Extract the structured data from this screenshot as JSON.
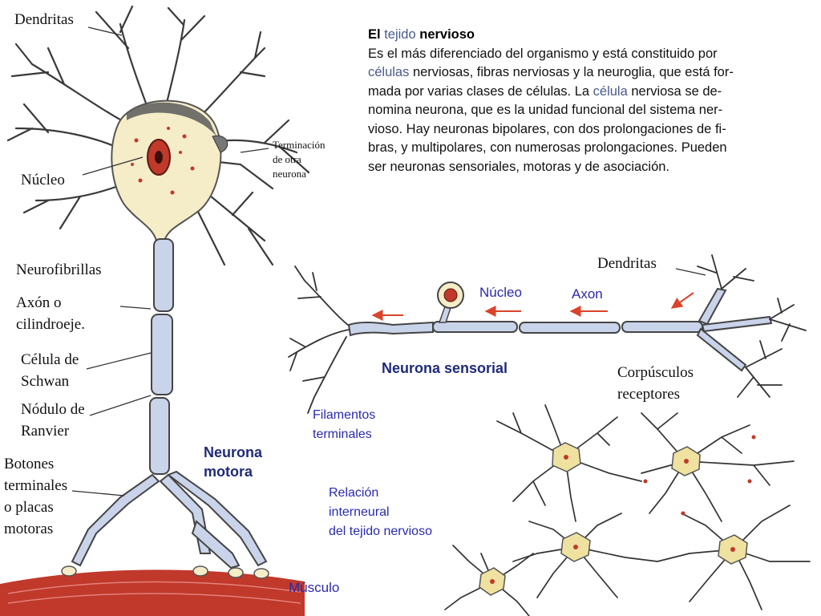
{
  "intro": {
    "title_el": "El",
    "title_tejido": "tejido",
    "title_nervioso": "nervioso",
    "lines": [
      [
        "Es el más diferenciado del organismo y está constituido por"
      ],
      [
        "",
        "células",
        " nerviosas, fibras nerviosas y la neuroglia, que está for-"
      ],
      [
        "mada por varias clases de células. La ",
        "célula",
        " nerviosa se de-"
      ],
      [
        "nomina neurona, que es la unidad funcional del sistema ner-"
      ],
      [
        "vioso. Hay neuronas bipolares, con dos prolongaciones de fi-"
      ],
      [
        "bras, y multipolares, con numerosas prolongaciones. Pueden"
      ],
      [
        "ser neuronas sensoriales, motoras y de asociación."
      ]
    ]
  },
  "motor": {
    "dendritas": "Dendritas",
    "terminacion_1": "Terminación",
    "terminacion_2": "de otra",
    "terminacion_3": "neurona",
    "nucleo": "Núcleo",
    "neurofibrillas": "Neurofibrillas",
    "axon_1": "Axón o",
    "axon_2": "cilindroeje.",
    "schwann_1": "Célula de",
    "schwann_2": "Schwan",
    "ranvier_1": "Nódulo de",
    "ranvier_2": "Ranvier",
    "botones_1": "Botones",
    "botones_2": "terminales",
    "botones_3": "o placas",
    "botones_4": "motoras",
    "title_1": "Neurona",
    "title_2": "motora",
    "musculo": "Músculo"
  },
  "sensory": {
    "dendritas": "Dendritas",
    "nucleo": "Núcleo",
    "axon": "Axon",
    "title": "Neurona sensorial",
    "corpusculos_1": "Corpúsculos",
    "corpusculos_2": "receptores",
    "filamentos_1": "Filamentos",
    "filamentos_2": "terminales"
  },
  "relacion": {
    "line1": "Relación",
    "line2": "interneural",
    "line3": "del tejido nervioso"
  },
  "colors": {
    "navy_label": "#1f2a7a",
    "blue_label": "#2a2ab0",
    "axon_fill": "#c9d4ea",
    "soma_fill": "#f5ecc8",
    "muscle": "#c0392b",
    "arrow": "#d9442a"
  }
}
